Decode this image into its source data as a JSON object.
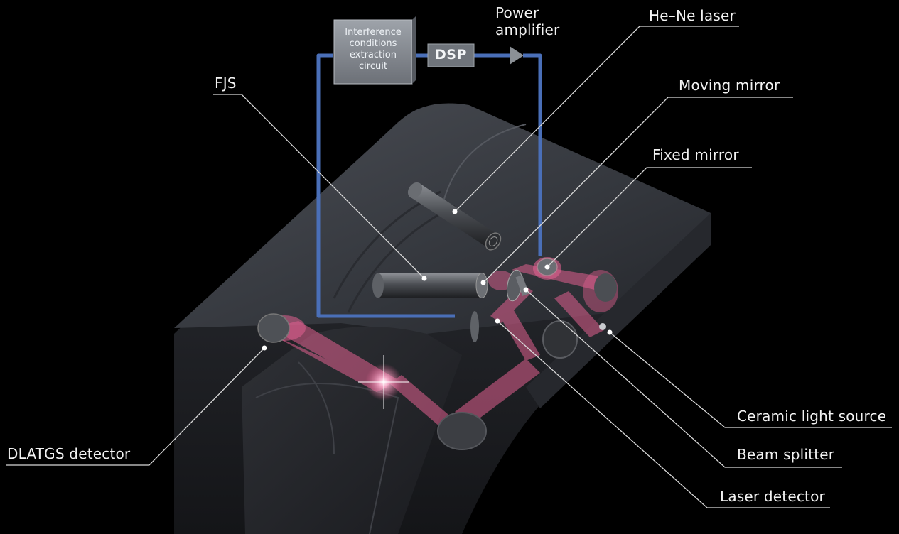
{
  "labels": {
    "power_amplifier_line1": "Power",
    "power_amplifier_line2": "amplifier",
    "he_ne_laser": "He–Ne laser",
    "fjs": "FJS",
    "moving_mirror": "Moving mirror",
    "fixed_mirror": "Fixed mirror",
    "ceramic_light_source": "Ceramic light source",
    "beam_splitter": "Beam splitter",
    "laser_detector": "Laser detector",
    "dlatgs_detector": "DLATGS detector"
  },
  "circuit": {
    "box_line1": "Interference",
    "box_line2": "conditions",
    "box_line3": "extraction",
    "box_line4": "circuit",
    "dsp": "DSP"
  },
  "colors": {
    "background": "#000000",
    "signal_wire": "#4a6fb8",
    "laser_beam": "#e0608f",
    "instrument_body": "#3b3e45",
    "leader_line": "#d8d8d8"
  }
}
